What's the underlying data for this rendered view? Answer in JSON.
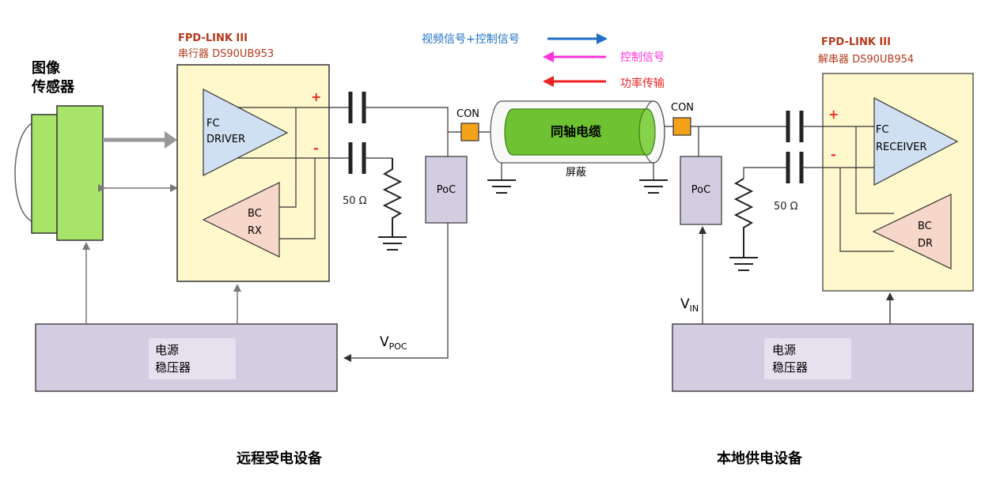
{
  "legend": {
    "video_control": "视频信号+控制信号",
    "control": "控制信号",
    "power": "功率传输",
    "colors": {
      "video_control": "#1f6fc5",
      "control": "#ff33dd",
      "power": "#ee2222"
    }
  },
  "sensor": {
    "label_line1": "图像",
    "label_line2": "传感器"
  },
  "serializer": {
    "brand": "FPD-LINK III",
    "part": "串行器 DS90UB953",
    "driver_line1": "FC",
    "driver_line2": "DRIVER",
    "bcrx_line1": "BC",
    "bcrx_line2": "RX",
    "plus": "+",
    "minus": "-"
  },
  "deserializer": {
    "brand": "FPD-LINK III",
    "part": "解串器 DS90UB954",
    "receiver_line1": "FC",
    "receiver_line2": "RECEIVER",
    "bcdr_line1": "BC",
    "bcdr_line2": "DR",
    "plus": "+",
    "minus": "-"
  },
  "resistor_left": "50 Ω",
  "resistor_right": "50 Ω",
  "poc_left": "PoC",
  "poc_right": "PoC",
  "con_left": "CON",
  "con_right": "CON",
  "cable": {
    "label": "同轴电缆",
    "shield": "屏蔽",
    "color": "#6fc232"
  },
  "vpoc": {
    "main": "V",
    "sub": "POC"
  },
  "vin": {
    "main": "V",
    "sub": "IN"
  },
  "regulator_left": {
    "line1": "电源",
    "line2": "稳压器"
  },
  "regulator_right": {
    "line1": "电源",
    "line2": "稳压器"
  },
  "caption_left": "远程受电设备",
  "caption_right": "本地供电设备"
}
